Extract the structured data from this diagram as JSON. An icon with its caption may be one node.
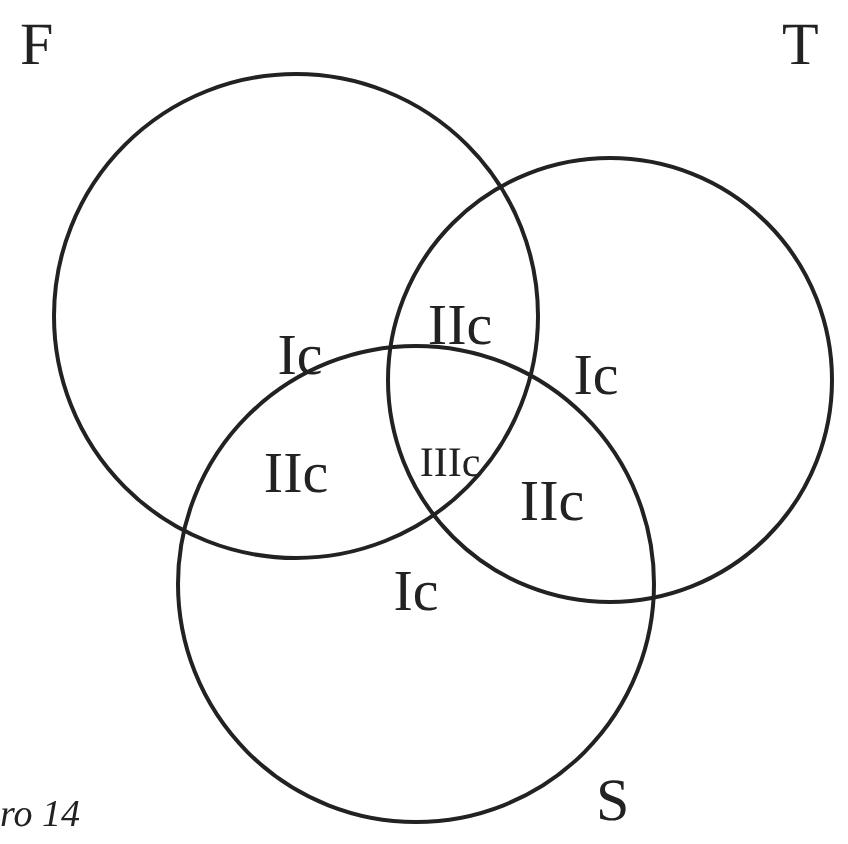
{
  "diagram": {
    "caption": "ro 14",
    "nodes": [
      {
        "text": [
          "F"
        ]
      },
      {
        "text": [
          "T"
        ]
      },
      {
        "text": [
          "S"
        ]
      }
    ],
    "edges": [],
    "labels": [
      "Ic",
      "IIc",
      "Ic",
      "IIc",
      "IIIc",
      "IIc",
      "Ic"
    ]
  }
}
